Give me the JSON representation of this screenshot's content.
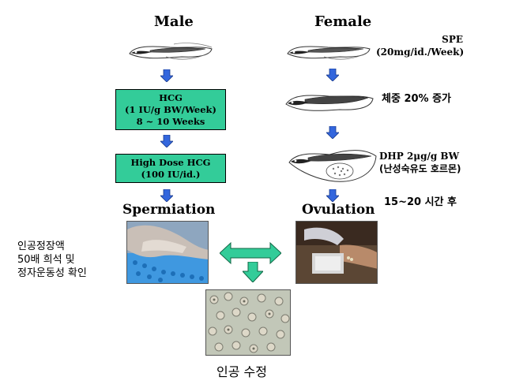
{
  "male": {
    "header": "Male",
    "step1": [
      "HCG",
      "(1 IU/g BW/Week)",
      "8 ~ 10 Weeks"
    ],
    "step2": [
      "High Dose HCG",
      "(100 IU/id.)"
    ],
    "result": "Spermiation",
    "note": [
      "인공정장액",
      "50배 희석 및",
      "정자운동성 확인"
    ]
  },
  "female": {
    "header": "Female",
    "step1": [
      "SPE",
      "(20mg/id./Week)"
    ],
    "step2": "체중 20% 증가",
    "step3": [
      "DHP 2μg/g BW",
      "(난성숙유도 호르몬)"
    ],
    "time": "15~20 시간 후",
    "result": "Ovulation"
  },
  "final": "인공 수정",
  "colors": {
    "box": "#33cc99",
    "arrow": "#3366dd",
    "double_arrow": "#33cc99"
  }
}
